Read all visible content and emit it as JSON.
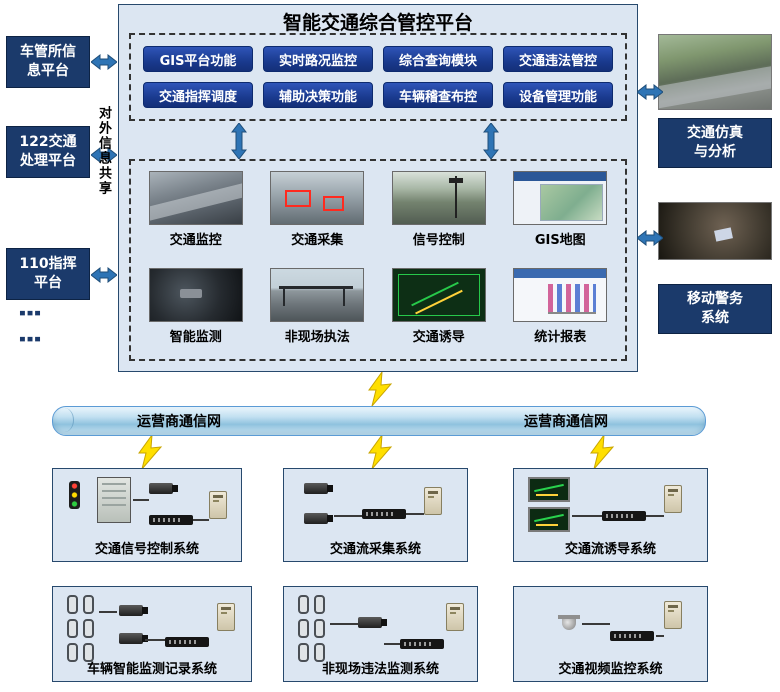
{
  "title": "智能交通综合管控平台",
  "left_panel": {
    "vertical_label": "对外信息共享",
    "items": [
      "车管所信息平台",
      "122交通处理平台",
      "110指挥平台"
    ],
    "ellipsis": "⋮⋮"
  },
  "functions": [
    "GIS平台功能",
    "实时路况监控",
    "综合查询模块",
    "交通违法管控",
    "交通指挥调度",
    "辅助决策功能",
    "车辆稽查布控",
    "设备管理功能"
  ],
  "subsystems": [
    "交通监控",
    "交通采集",
    "信号控制",
    "GIS地图",
    "智能监测",
    "非现场执法",
    "交通诱导",
    "统计报表"
  ],
  "right_panel": {
    "simulation_label": "交通仿真与分析",
    "mobile_label": "移动警务系统"
  },
  "network": {
    "label_left": "运营商通信网",
    "label_right": "运营商通信网"
  },
  "bottom_systems": [
    "交通信号控制系统",
    "交通流采集系统",
    "交通流诱导系统",
    "车辆智能监测记录系统",
    "非现场违法监测系统",
    "交通视频监控系统"
  ],
  "equipment_icons": [
    "traffic-signal",
    "controller-cabinet",
    "cctv-camera",
    "network-switch",
    "server-tower",
    "led-guidance-board",
    "dome-camera",
    "vehicle-detector-loop"
  ],
  "colors": {
    "panel_bg": "#dce6f2",
    "navy": "#1b3a6b",
    "button_blue": "#1e3f9e",
    "arrow_blue": "#2e74b5",
    "bolt_yellow": "#ffdf00",
    "pipe_blue": "#bcd9ec"
  }
}
